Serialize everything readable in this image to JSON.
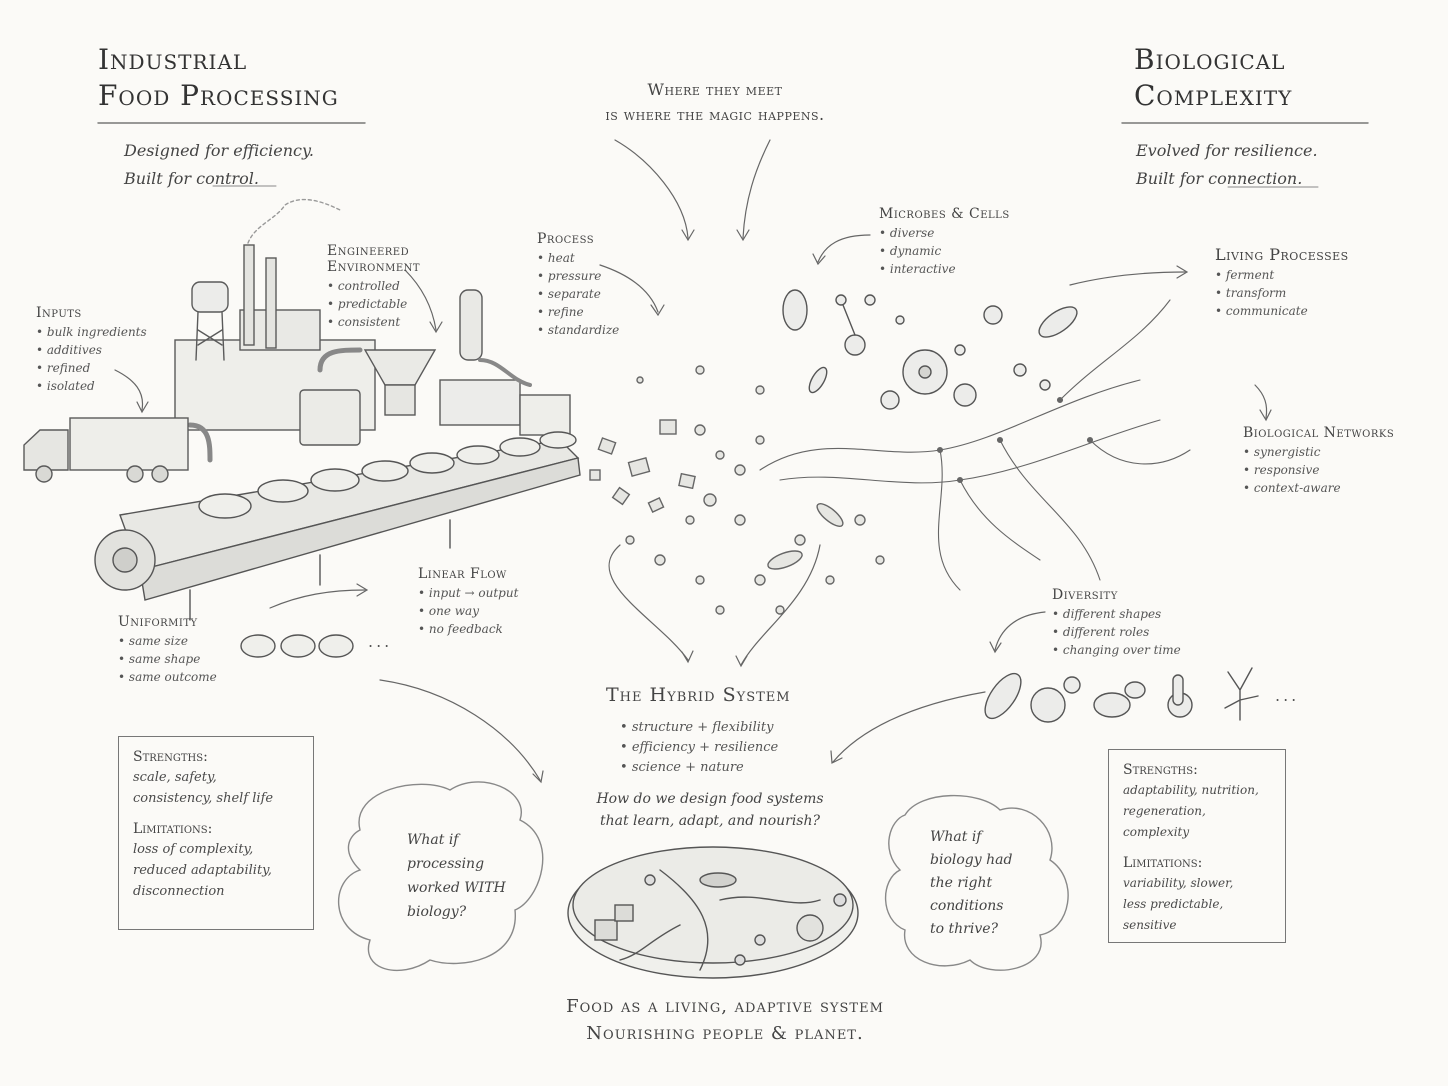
{
  "left_title": {
    "line1": "Industrial",
    "line2": "Food Processing"
  },
  "left_subtitle": {
    "line1": "Designed for efficiency.",
    "line2": "Built for control."
  },
  "right_title": {
    "line1": "Biological",
    "line2": "Complexity"
  },
  "right_subtitle": {
    "line1": "Evolved for resilience.",
    "line2": "Built for connection."
  },
  "center_caption": {
    "line1": "Where they meet",
    "line2": "is where the magic happens."
  },
  "inputs": {
    "heading": "Inputs",
    "items": [
      "bulk ingredients",
      "additives",
      "refined",
      "isolated"
    ]
  },
  "engineered": {
    "heading_line1": "Engineered",
    "heading_line2": "Environment",
    "items": [
      "controlled",
      "predictable",
      "consistent"
    ]
  },
  "process": {
    "heading": "Process",
    "items": [
      "heat",
      "pressure",
      "separate",
      "refine",
      "standardize"
    ]
  },
  "microbes": {
    "heading": "Microbes & Cells",
    "items": [
      "diverse",
      "dynamic",
      "interactive"
    ]
  },
  "living": {
    "heading": "Living Processes",
    "items": [
      "ferment",
      "transform",
      "communicate"
    ]
  },
  "networks": {
    "heading": "Biological Networks",
    "items": [
      "synergistic",
      "responsive",
      "context-aware"
    ]
  },
  "linear": {
    "heading": "Linear Flow",
    "items": [
      "input → output",
      "one way",
      "no feedback"
    ]
  },
  "uniformity": {
    "heading": "Uniformity",
    "items": [
      "same size",
      "same shape",
      "same outcome"
    ],
    "ellipsis": "..."
  },
  "diversity": {
    "heading": "Diversity",
    "items": [
      "different shapes",
      "different roles",
      "changing over time"
    ],
    "ellipsis": "..."
  },
  "hybrid": {
    "heading": "The Hybrid System",
    "items": [
      "structure + flexibility",
      "efficiency + resilience",
      "science + nature"
    ],
    "question_line1": "How do we design food systems",
    "question_line2": "that learn, adapt, and nourish?"
  },
  "left_box": {
    "strengths_head": "Strengths:",
    "strengths_line1": "scale, safety,",
    "strengths_line2": "consistency, shelf life",
    "limits_head": "Limitations:",
    "limits_line1": "loss of complexity,",
    "limits_line2": "reduced adaptability,",
    "limits_line3": "disconnection"
  },
  "right_box": {
    "strengths_head": "Strengths:",
    "strengths_line1": "adaptability, nutrition,",
    "strengths_line2": "regeneration, complexity",
    "limits_head": "Limitations:",
    "limits_line1": "variability, slower,",
    "limits_line2": "less predictable,",
    "limits_line3": "sensitive"
  },
  "left_cloud": {
    "line1": "What if",
    "line2": "processing",
    "line3": "worked WITH",
    "line4": "biology?"
  },
  "right_cloud": {
    "line1": "What if",
    "line2": "biology had",
    "line3": "the right",
    "line4": "conditions",
    "line5": "to thrive?"
  },
  "footer": {
    "line1": "Food as a living, adaptive system",
    "line2": "Nourishing people & planet."
  },
  "colors": {
    "paper": "#fbfaf7",
    "pencil": "#3b3b3b",
    "light_pencil": "#8a8a8a"
  }
}
